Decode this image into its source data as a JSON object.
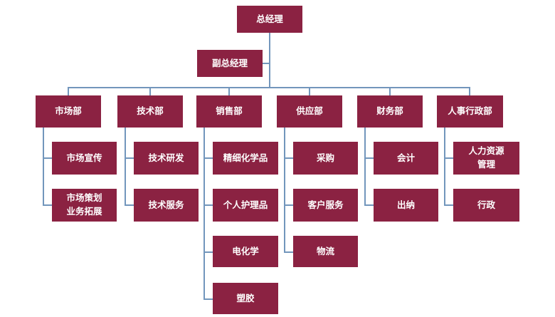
{
  "colors": {
    "node_fill": "#8B2242",
    "node_text": "#FFFFFF",
    "connector": "#7296BC",
    "background": "#FFFFFF"
  },
  "org_chart": {
    "type": "hierarchy-diagram",
    "root": {
      "label": "总经理"
    },
    "deputy": {
      "label": "副总经理"
    },
    "departments": [
      {
        "label": "市场部",
        "children": [
          {
            "label": "市场宣传"
          },
          {
            "label": "市场策划\n业务拓展"
          }
        ]
      },
      {
        "label": "技术部",
        "children": [
          {
            "label": "技术研发"
          },
          {
            "label": "技术服务"
          }
        ]
      },
      {
        "label": "销售部",
        "children": [
          {
            "label": "精细化学品"
          },
          {
            "label": "个人护理品"
          },
          {
            "label": "电化学"
          },
          {
            "label": "塑胶"
          }
        ]
      },
      {
        "label": "供应部",
        "children": [
          {
            "label": "采购"
          },
          {
            "label": "客户服务"
          },
          {
            "label": "物流"
          }
        ]
      },
      {
        "label": "财务部",
        "children": [
          {
            "label": "会计"
          },
          {
            "label": "出纳"
          }
        ]
      },
      {
        "label": "人事行政部",
        "children": [
          {
            "label": "人力资源\n管理"
          },
          {
            "label": "行政"
          }
        ]
      }
    ]
  }
}
